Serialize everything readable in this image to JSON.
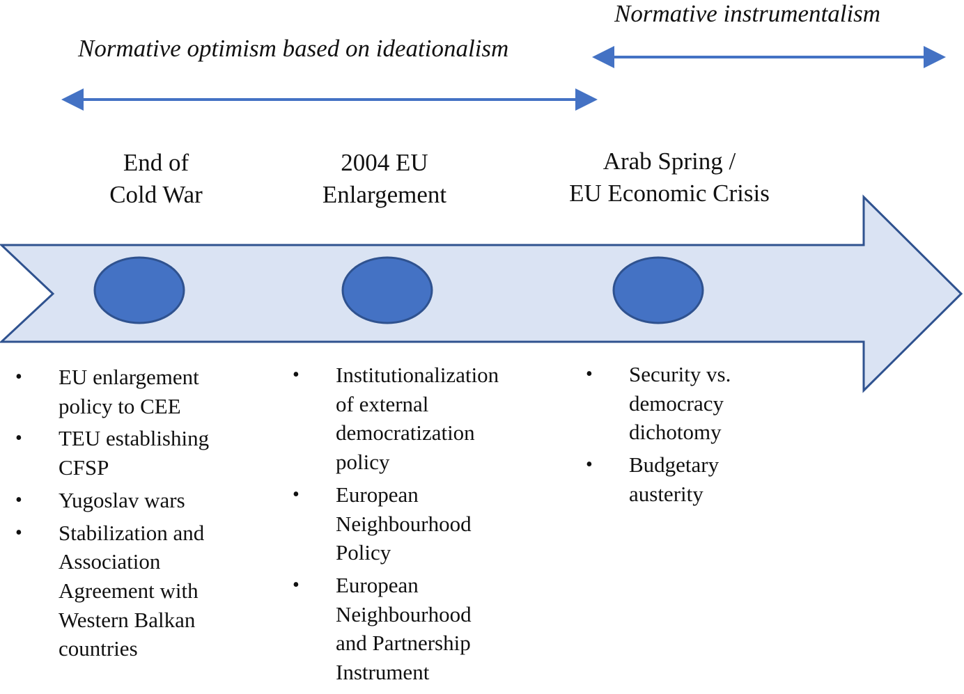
{
  "phases": {
    "optimism": "Normative optimism based on ideationalism",
    "instrumentalism": "Normative instrumentalism"
  },
  "colors": {
    "arrow_fill": "#dae3f3",
    "arrow_stroke": "#2f528f",
    "accent": "#4472c4"
  },
  "events": [
    {
      "title_lines": [
        "End of",
        "Cold War"
      ],
      "bullets": [
        [
          "EU enlargement",
          "policy to CEE"
        ],
        [
          "TEU establishing",
          "CFSP"
        ],
        [
          "Yugoslav wars"
        ],
        [
          "Stabilization and",
          "Association",
          "Agreement with",
          "Western Balkan",
          "countries"
        ]
      ]
    },
    {
      "title_lines": [
        "2004 EU",
        "Enlargement"
      ],
      "bullets": [
        [
          "Institutionalization",
          "of external",
          "democratization",
          "policy"
        ],
        [
          "European",
          "Neighbourhood",
          "Policy"
        ],
        [
          "European",
          "Neighbourhood",
          "and Partnership",
          "Instrument"
        ]
      ]
    },
    {
      "title_lines": [
        "Arab Spring /",
        "EU Economic Crisis"
      ],
      "bullets": [
        [
          "Security vs.",
          "democracy",
          "dichotomy"
        ],
        [
          "Budgetary",
          "austerity"
        ]
      ]
    }
  ]
}
